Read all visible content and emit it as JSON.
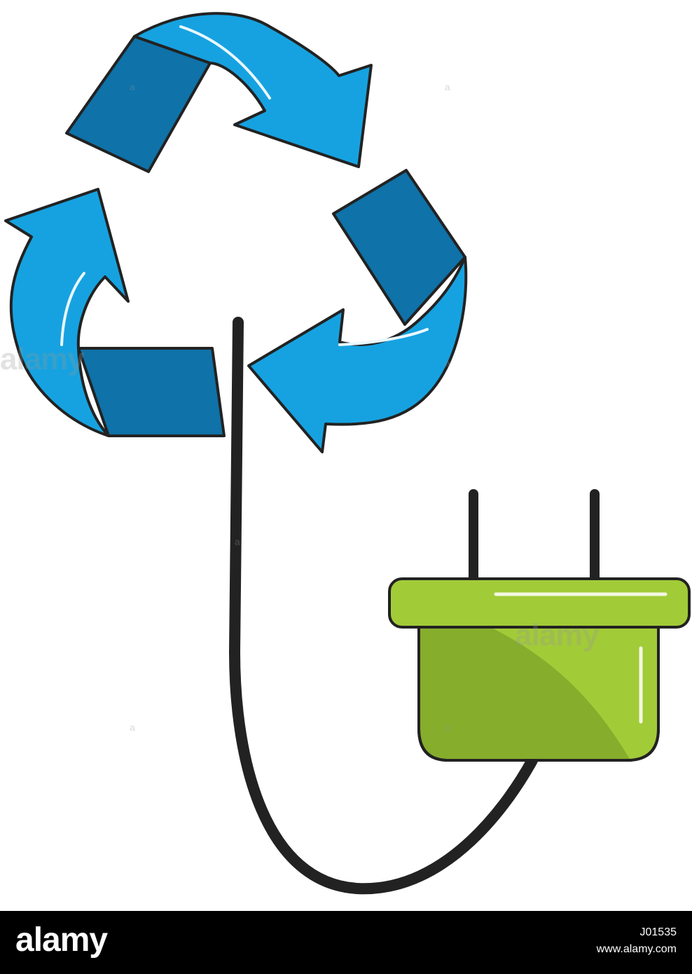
{
  "illustration": {
    "subject_icons": [
      "recycle-icon",
      "power-plug-icon",
      "cable-icon"
    ],
    "colors": {
      "arrow_light": "#0fb3ec",
      "arrow_mid": "#1a8fcf",
      "arrow_dark": "#0f72a8",
      "plug_light": "#a2cb38",
      "plug_dark": "#86ad2c",
      "outline": "#222222"
    }
  },
  "watermarks": {
    "small_label": "a",
    "large_label": "alamy"
  },
  "footer": {
    "logo": "alamy",
    "image_id": "J01535",
    "url": "www.alamy.com",
    "background": "#000000"
  }
}
